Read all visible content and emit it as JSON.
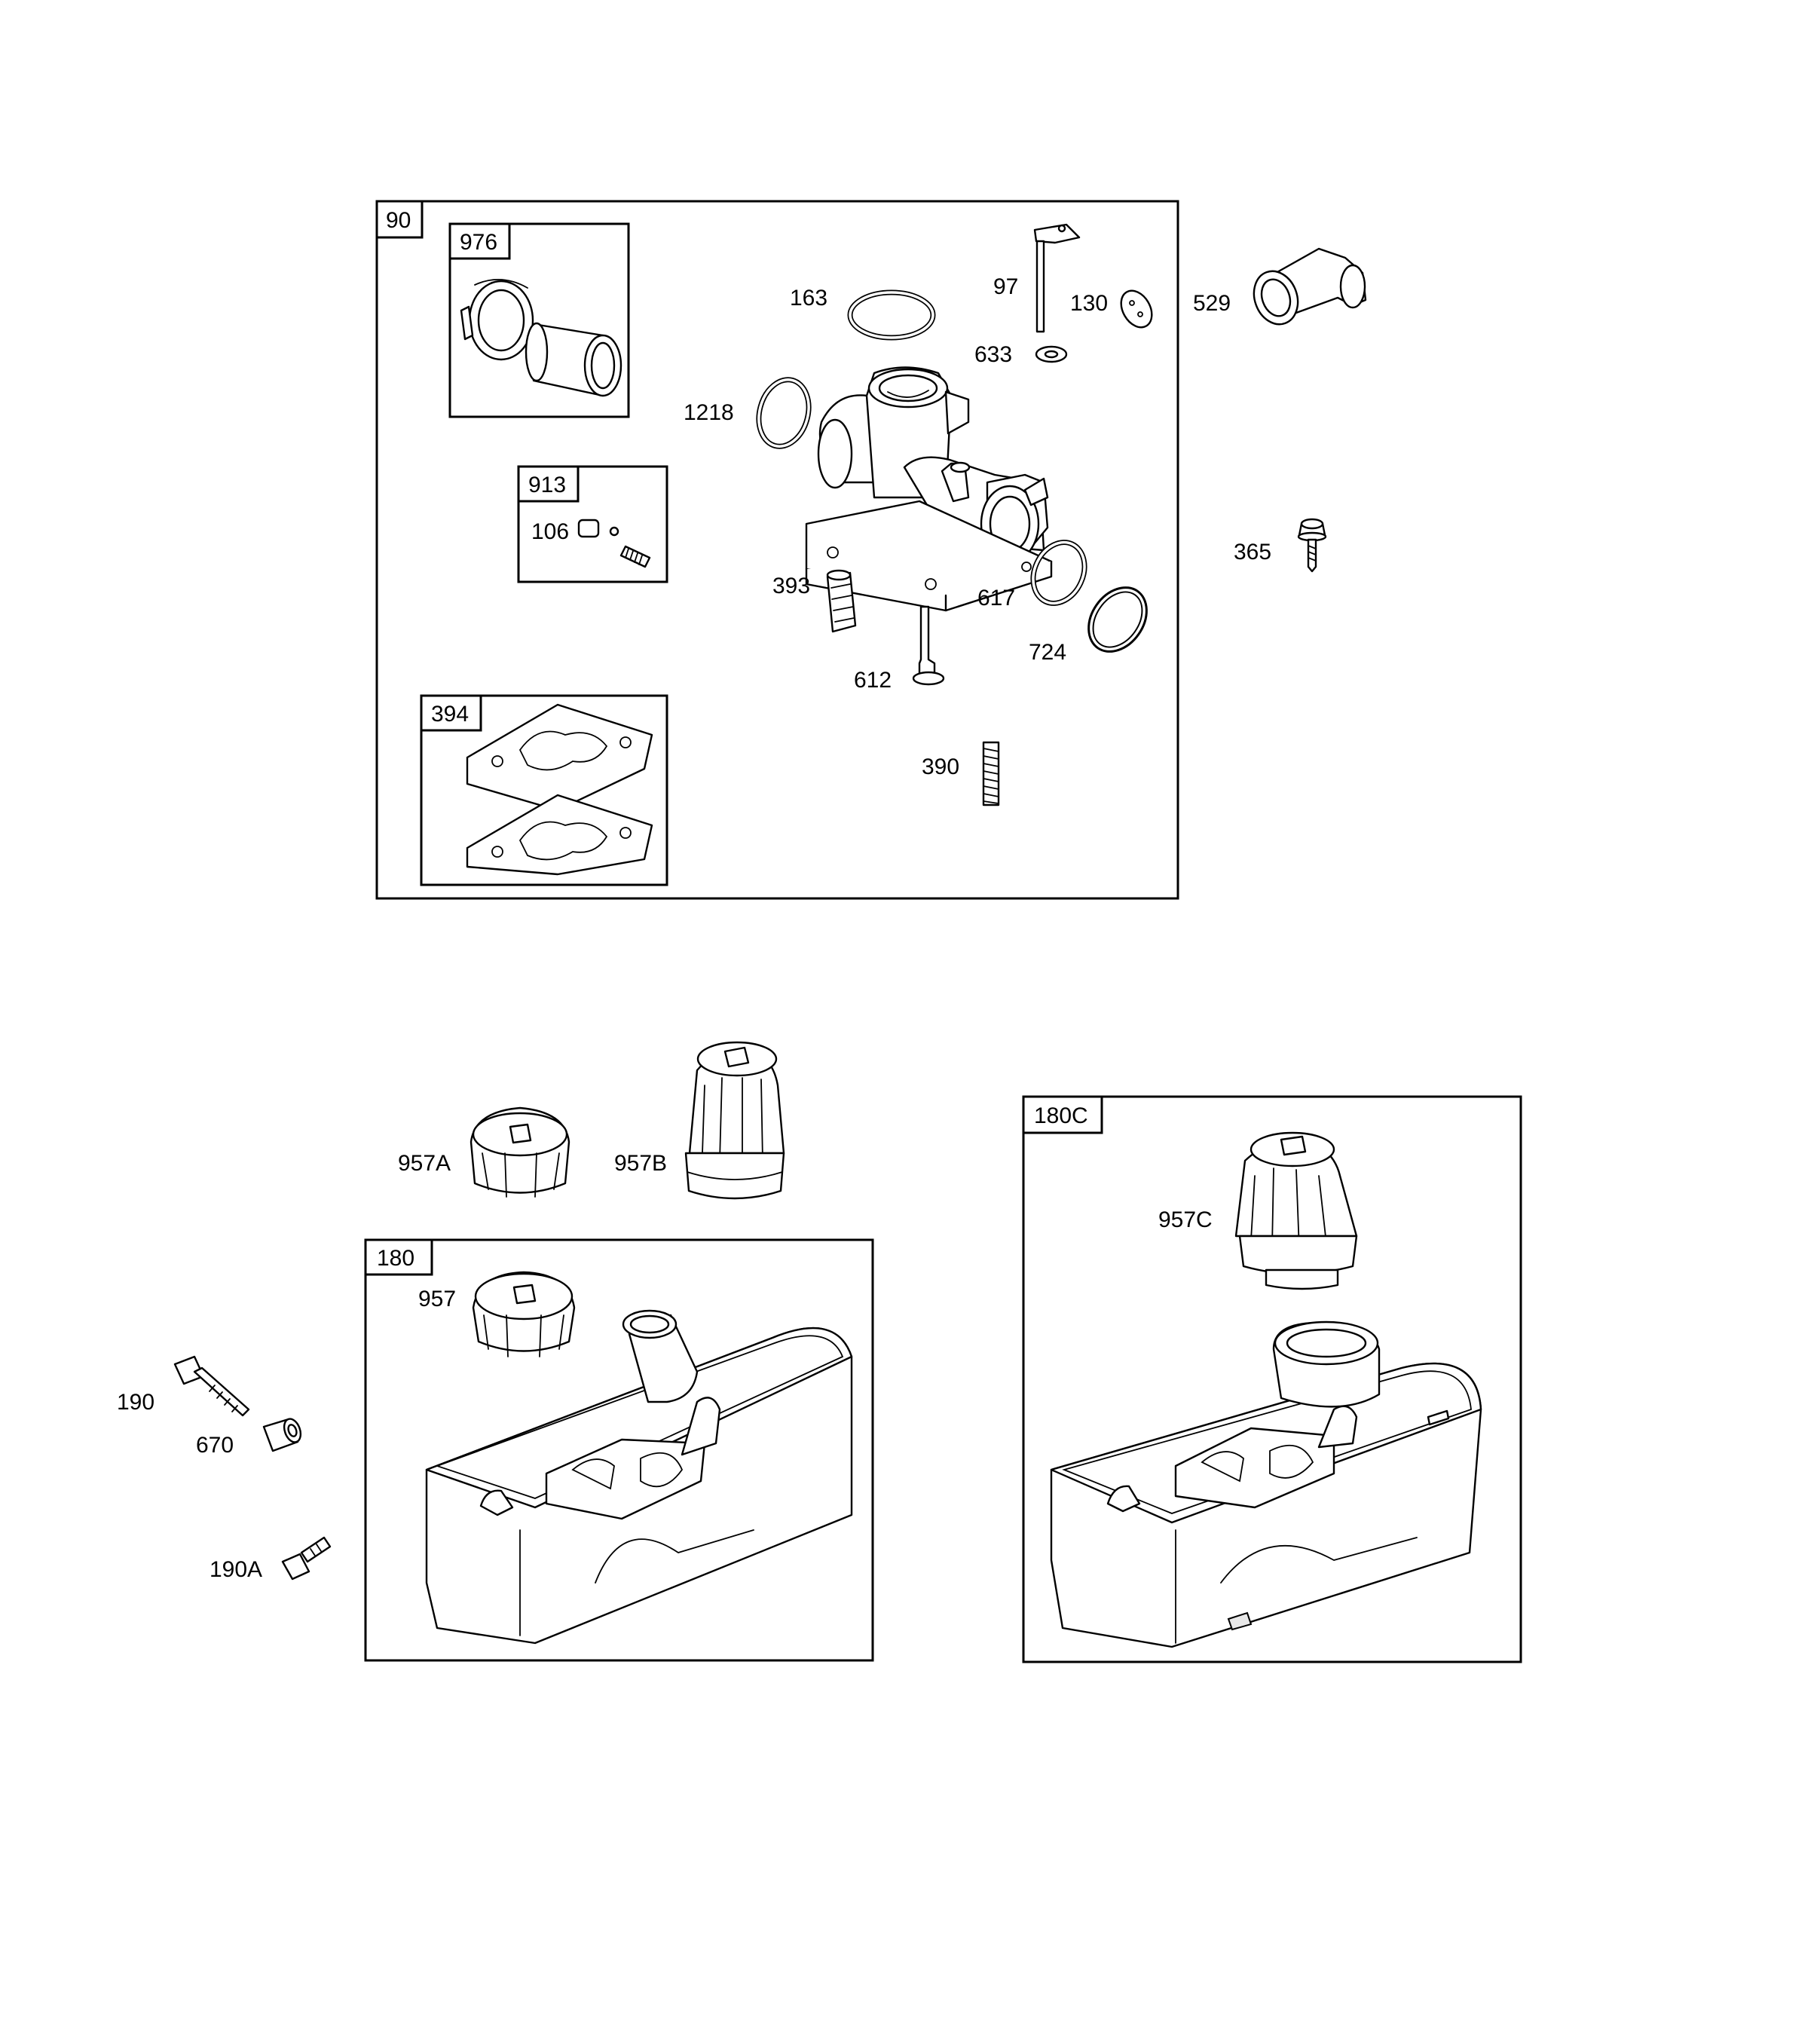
{
  "groups": [
    {
      "id": "90",
      "label": "90"
    },
    {
      "id": "976",
      "label": "976"
    },
    {
      "id": "913",
      "label": "913"
    },
    {
      "id": "394",
      "label": "394"
    },
    {
      "id": "180",
      "label": "180"
    },
    {
      "id": "180C",
      "label": "180C"
    }
  ],
  "callouts": [
    {
      "id": "163",
      "label": "163"
    },
    {
      "id": "97",
      "label": "97"
    },
    {
      "id": "130",
      "label": "130"
    },
    {
      "id": "633",
      "label": "633"
    },
    {
      "id": "529",
      "label": "529"
    },
    {
      "id": "1218",
      "label": "1218"
    },
    {
      "id": "106",
      "label": "106"
    },
    {
      "id": "393",
      "label": "393"
    },
    {
      "id": "617",
      "label": "617"
    },
    {
      "id": "724",
      "label": "724"
    },
    {
      "id": "612",
      "label": "612"
    },
    {
      "id": "390",
      "label": "390"
    },
    {
      "id": "365",
      "label": "365"
    },
    {
      "id": "957A",
      "label": "957A"
    },
    {
      "id": "957B",
      "label": "957B"
    },
    {
      "id": "957C",
      "label": "957C"
    },
    {
      "id": "957",
      "label": "957"
    },
    {
      "id": "190",
      "label": "190"
    },
    {
      "id": "670",
      "label": "670"
    },
    {
      "id": "190A",
      "label": "190A"
    }
  ]
}
